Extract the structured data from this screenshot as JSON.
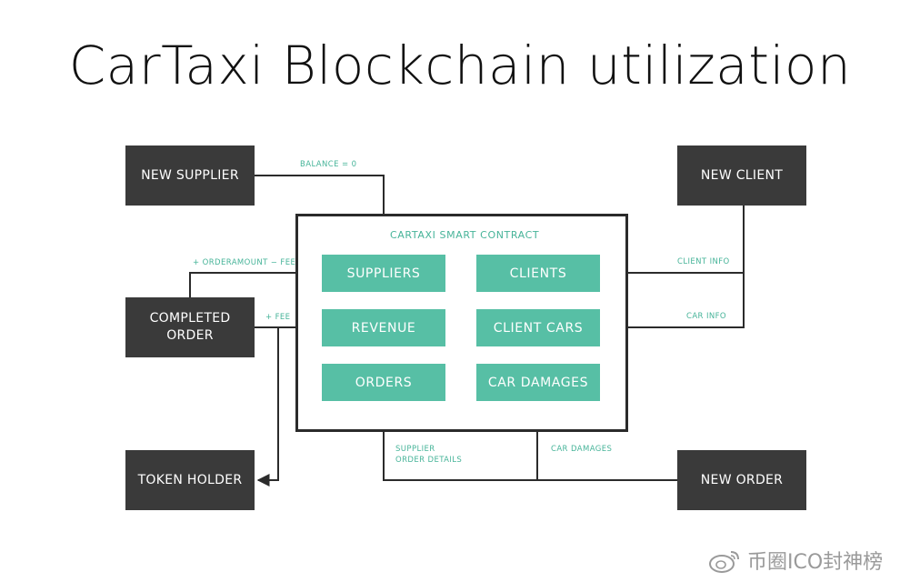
{
  "title": "CarTaxi Blockchain utilization",
  "nodes": {
    "new_supplier": "NEW SUPPLIER",
    "new_client": "NEW CLIENT",
    "completed_order": "COMPLETED\nORDER",
    "token_holder": "TOKEN HOLDER",
    "new_order": "NEW ORDER"
  },
  "contract": {
    "label": "CARTAXI SMART CONTRACT",
    "tables": {
      "suppliers": "SUPPLIERS",
      "clients": "CLIENTS",
      "revenue": "REVENUE",
      "client_cars": "CLIENT CARS",
      "orders": "ORDERS",
      "car_damages": "CAR DAMAGES"
    }
  },
  "edges": {
    "balance": "BALANCE = 0",
    "orderamount_fee": "+ ORDERAMOUNT − FEE",
    "fee": "+ FEE",
    "client_info": "CLIENT INFO",
    "car_info": "CAR INFO",
    "supplier_order_details": "SUPPLIER\nORDER DETAILS",
    "car_damages": "CAR DAMAGES"
  },
  "watermark": "币圈ICO封神榜",
  "colors": {
    "dark_node": "#3a3a3a",
    "table_teal": "#57bfa5",
    "label_teal": "#47b499",
    "line": "#2b2b2b"
  }
}
